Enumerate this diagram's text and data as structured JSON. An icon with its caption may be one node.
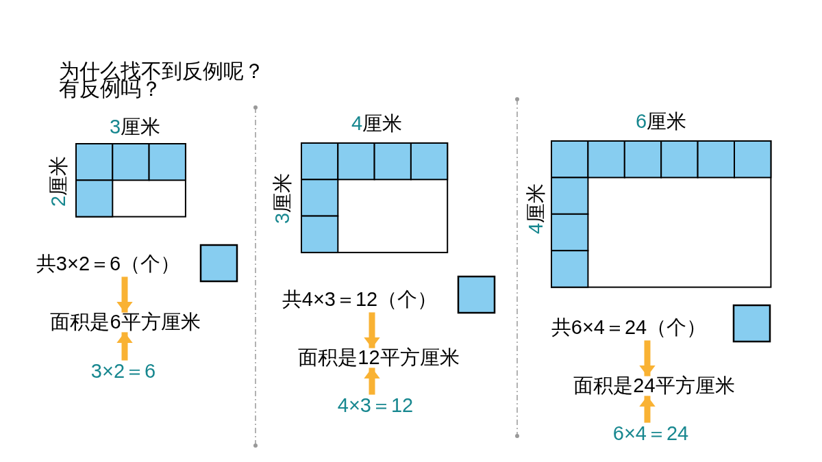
{
  "diagram": {
    "nodes": [
      {
        "text": [
          "共3×2＝6（个）"
        ]
      },
      {
        "text": [
          "面积是6平方厘米"
        ]
      },
      {
        "text": [
          "3×2＝6"
        ]
      },
      {
        "text": [
          "共4×3＝12（个）"
        ]
      },
      {
        "text": [
          "面积是12平方厘米"
        ]
      },
      {
        "text": [
          "4×3＝12"
        ]
      },
      {
        "text": [
          "共6×4＝24（个）"
        ]
      },
      {
        "text": [
          "面积是24平方厘米"
        ]
      },
      {
        "text": [
          "6×4＝24"
        ]
      }
    ],
    "edges": [
      {
        "from": 0,
        "to": 1,
        "arrow": "to"
      },
      {
        "from": 2,
        "to": 1,
        "arrow": "to"
      },
      {
        "from": 3,
        "to": 4,
        "arrow": "to"
      },
      {
        "from": 5,
        "to": 4,
        "arrow": "to"
      },
      {
        "from": 6,
        "to": 7,
        "arrow": "to"
      },
      {
        "from": 8,
        "to": 7,
        "arrow": "to"
      }
    ],
    "labels": [
      "为什么找不到反例呢？",
      "有反例吗？",
      "3厘米",
      "2厘米",
      "4厘米",
      "3厘米",
      "6厘米",
      "4厘米"
    ]
  }
}
